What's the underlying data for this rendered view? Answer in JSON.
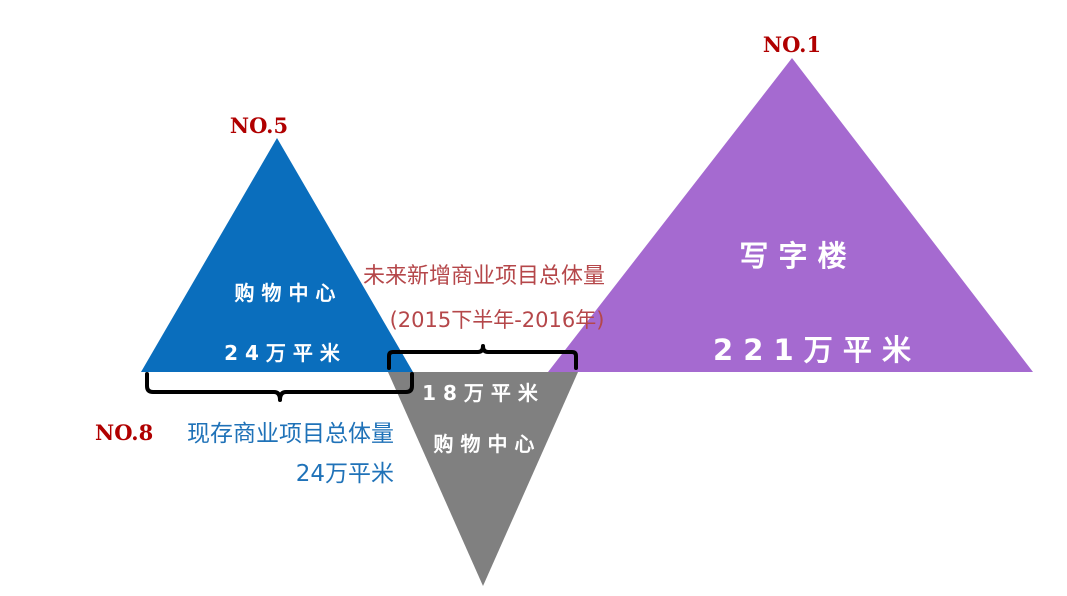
{
  "colors": {
    "blue": "#0a6ebd",
    "purple": "#a56ad0",
    "gray": "#808080",
    "rank_red": "#b00000",
    "note_red": "#b5474a",
    "note_blue": "#1f72b8",
    "bracket": "#000000"
  },
  "left_triangle": {
    "rank": "NO.5",
    "category": "购 物 中 心",
    "value": "2 4 万 平 米"
  },
  "right_triangle": {
    "rank": "NO.1",
    "category": "写 字 楼",
    "value": "2 2 1 万 平 米"
  },
  "inverted_triangle": {
    "value": "1 8 万 平 米",
    "category": "购 物 中 心"
  },
  "future_note": {
    "line1": "未来新增商业项目总体量",
    "line2": "(2015下半年-2016年)"
  },
  "existing_note": {
    "rank": "NO.8",
    "label": "现存商业项目总体量",
    "value": "24万平米"
  }
}
